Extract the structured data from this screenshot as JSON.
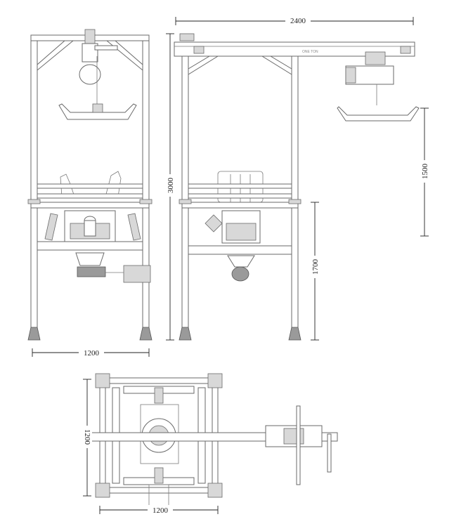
{
  "dimensions": {
    "top_width": "2400",
    "front_height": "3000",
    "front_width": "1200",
    "hoist_drop": "1500",
    "lower_height": "1700",
    "plan_height": "1200",
    "plan_width": "1200"
  },
  "labels": {
    "beam_text": "ONE TON"
  },
  "colors": {
    "line": "#6a6a6a",
    "shade": "#d8d8d8",
    "dimension": "#222222"
  }
}
